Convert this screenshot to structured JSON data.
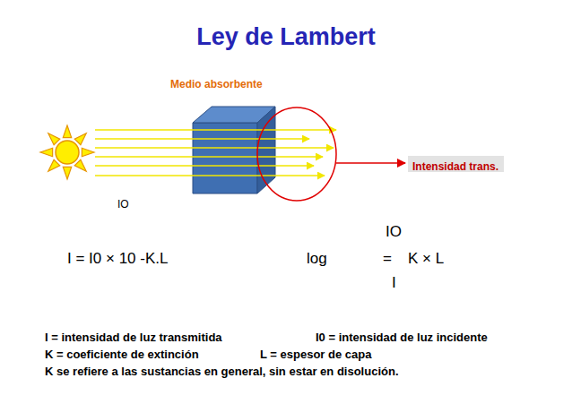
{
  "diagram": {
    "title": "Ley de Lambert",
    "nodes": [
      {
        "text": [
          "Intensidad trans."
        ]
      }
    ],
    "labels": [
      "Medio absorbente",
      "IO",
      "I = I0 × 10 -K.L",
      "IO",
      "log",
      "=",
      "K × L",
      "I",
      "I = intensidad de luz transmitida",
      "I0 = intensidad de luz incidente",
      "K = coeficiente de extinción",
      "L = espesor de capa",
      "K se refiere a las sustancias en general, sin estar en disolución."
    ]
  }
}
